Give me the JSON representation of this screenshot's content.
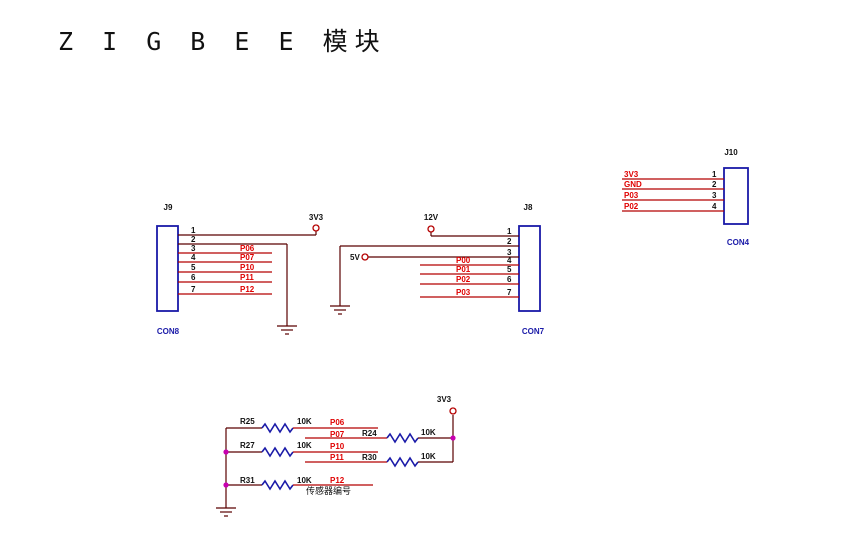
{
  "title": "Z I G B E E 模块",
  "power": {
    "vcc1": "3V3",
    "vcc2": "12V",
    "vcc3": "5V",
    "vcc4": "3V3"
  },
  "j9": {
    "ref": "J9",
    "value": "CON8",
    "pins": [
      "1",
      "2",
      "3",
      "4",
      "5",
      "6",
      "7"
    ],
    "nets": [
      "P06",
      "P07",
      "P10",
      "P11",
      "P12"
    ]
  },
  "j8": {
    "ref": "J8",
    "value": "CON7",
    "pins": [
      "1",
      "2",
      "3",
      "4",
      "5",
      "6",
      "7"
    ],
    "nets": [
      "P00",
      "P01",
      "P02",
      "P03"
    ]
  },
  "j10": {
    "ref": "J10",
    "value": "CON4",
    "pins": [
      "1",
      "2",
      "3",
      "4"
    ],
    "nets": [
      "3V3",
      "GND",
      "P03",
      "P02"
    ]
  },
  "resistors": [
    {
      "ref": "R25",
      "value": "10K",
      "net": "P06"
    },
    {
      "ref": "R27",
      "value": "10K",
      "net": "P10"
    },
    {
      "ref": "R31",
      "value": "10K",
      "net": "P12"
    },
    {
      "ref": "R24",
      "value": "10K",
      "net": "P07"
    },
    {
      "ref": "R30",
      "value": "10K",
      "net": "P11"
    }
  ],
  "note": "传感器编号",
  "colors": {
    "wire": "#b50000",
    "component": "#1a1aa8",
    "net_label": "#e00000",
    "junction": "#c800b0"
  }
}
